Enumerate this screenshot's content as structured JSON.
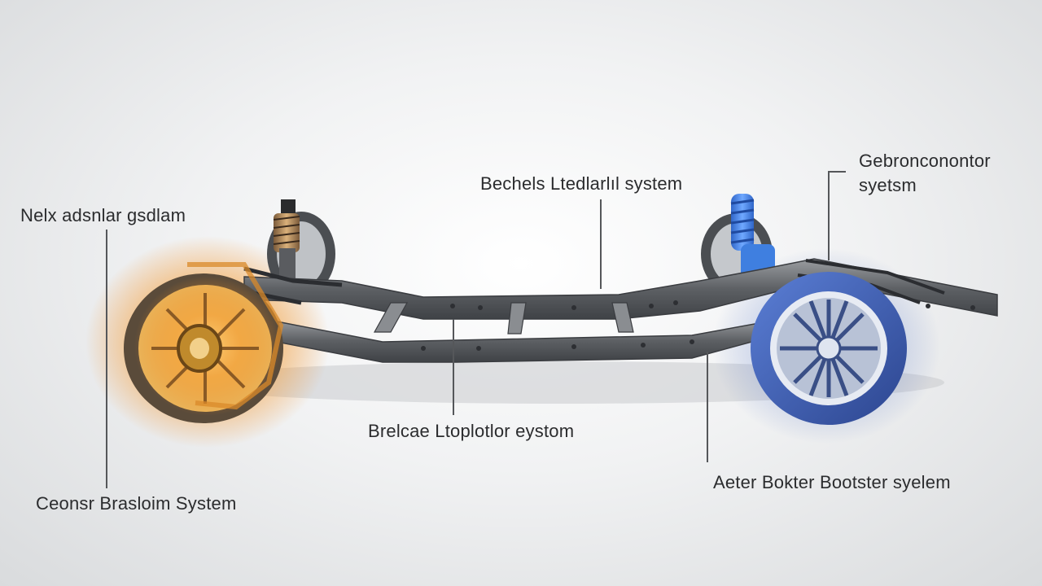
{
  "labels": {
    "top_left": "Nelx adsnlar gsdlam",
    "top_center": "Bechels Ltedlarlıl system",
    "top_right_line1": "Gebronconontor",
    "top_right_line2": "syetsm",
    "bottom_left": "Ceonsr Brasloim System",
    "bottom_center": "Brelcae Ltoplotlor eystom",
    "bottom_right": "Aeter Bokter Bootster syelem"
  },
  "colors": {
    "front_wheel_glow": "#f28a1e",
    "rear_wheel_blue": "#3a5db8",
    "spring_blue": "#3f7fe0",
    "frame_gray": "#6b6e72"
  }
}
